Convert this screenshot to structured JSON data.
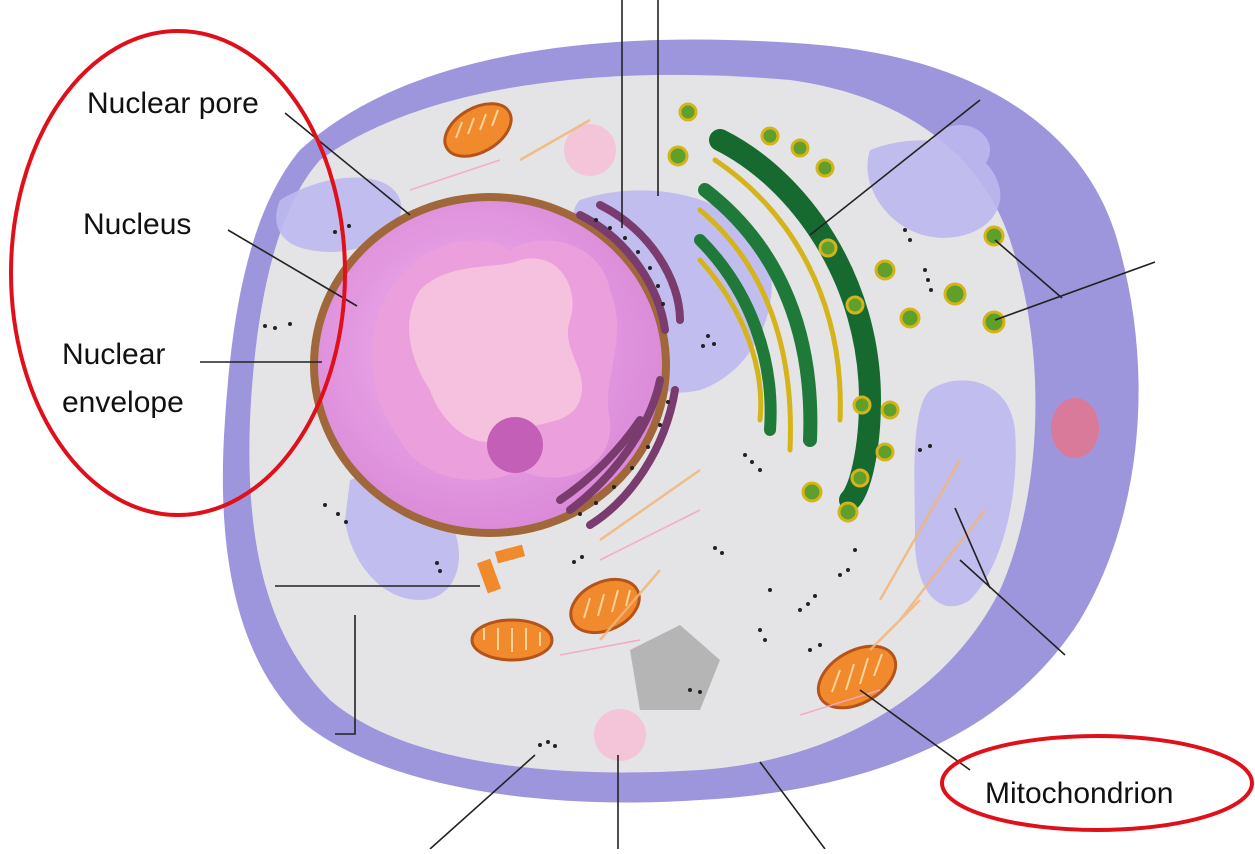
{
  "labels": {
    "nuclear_pore": "Nuclear pore",
    "nucleus": "Nucleus",
    "nuclear_envelope_line1": "Nuclear",
    "nuclear_envelope_line2": "envelope",
    "mitochondrion": "Mitochondrion"
  },
  "colors": {
    "cell_membrane": "#9d96dd",
    "cytoplasm": "#e4e4e6",
    "nucleus": "#e39be0",
    "nuclear_envelope": "#a0683a",
    "mitochondrion": "#f08a2c",
    "golgi": "#1f7a3a",
    "highlight_ellipse": "#e0101a"
  }
}
